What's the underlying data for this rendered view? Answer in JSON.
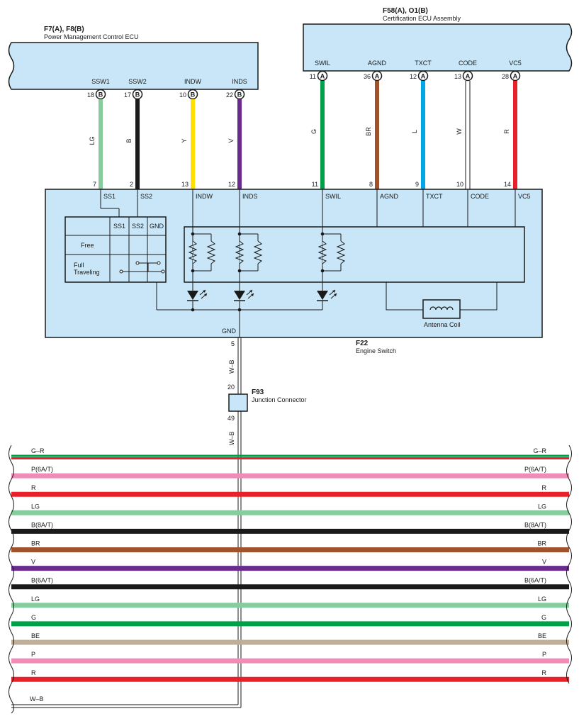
{
  "ecu_left": {
    "code": "F7(A), F8(B)",
    "name": "Power Management Control ECU"
  },
  "ecu_right": {
    "code": "F58(A), O1(B)",
    "name": "Certification ECU Assembly"
  },
  "left_pins": [
    {
      "term": "SSW1",
      "pin": "18",
      "conn": "B",
      "wire": "LG",
      "color": "#86cc9c",
      "sw_pin": "7",
      "sw_term": "SS1"
    },
    {
      "term": "SSW2",
      "pin": "17",
      "conn": "B",
      "wire": "B",
      "color": "#1a1a1a",
      "sw_pin": "2",
      "sw_term": "SS2"
    },
    {
      "term": "INDW",
      "pin": "10",
      "conn": "B",
      "wire": "Y",
      "color": "#ffe000",
      "sw_pin": "13",
      "sw_term": "INDW"
    },
    {
      "term": "INDS",
      "pin": "22",
      "conn": "B",
      "wire": "V",
      "color": "#6a2b8f",
      "sw_pin": "12",
      "sw_term": "INDS"
    }
  ],
  "right_pins": [
    {
      "term": "SWIL",
      "pin": "11",
      "conn": "A",
      "wire": "G",
      "color": "#00a04b",
      "sw_pin": "11",
      "sw_term": "SWIL"
    },
    {
      "term": "AGND",
      "pin": "36",
      "conn": "A",
      "wire": "BR",
      "color": "#a0522d",
      "sw_pin": "8",
      "sw_term": "AGND"
    },
    {
      "term": "TXCT",
      "pin": "12",
      "conn": "A",
      "wire": "L",
      "color": "#00a6e6",
      "sw_pin": "9",
      "sw_term": "TXCT"
    },
    {
      "term": "CODE",
      "pin": "13",
      "conn": "A",
      "wire": "W",
      "color": "#ffffff",
      "sw_pin": "10",
      "sw_term": "CODE"
    },
    {
      "term": "VC5",
      "pin": "28",
      "conn": "A",
      "wire": "R",
      "color": "#e8202a",
      "sw_pin": "14",
      "sw_term": "VC5"
    }
  ],
  "switch_table": {
    "cols": [
      "SS1",
      "SS2",
      "GND"
    ],
    "rows": [
      "Free",
      "Full",
      "Traveling"
    ]
  },
  "antenna_label": "Antenna Coil",
  "engine_switch": {
    "code": "F22",
    "name": "Engine Switch",
    "gnd_label": "GND",
    "gnd_pin": "5"
  },
  "gnd_wire": "W–B",
  "junction": {
    "code": "F93",
    "name": "Junction Connector",
    "pin_in": "20",
    "pin_out": "49",
    "wire_out": "W–B"
  },
  "harness": [
    {
      "label": "G–R",
      "color": "#00a04b",
      "stripe": "#e8202a"
    },
    {
      "label": "P(6A/T)",
      "color": "#f08cb8"
    },
    {
      "label": "R",
      "color": "#e8202a"
    },
    {
      "label": "LG",
      "color": "#86cc9c"
    },
    {
      "label": "B(8A/T)",
      "color": "#1a1a1a"
    },
    {
      "label": "BR",
      "color": "#a0522d"
    },
    {
      "label": "V",
      "color": "#6a2b8f"
    },
    {
      "label": "B(6A/T)",
      "color": "#1a1a1a"
    },
    {
      "label": "LG",
      "color": "#86cc9c"
    },
    {
      "label": "G",
      "color": "#00a04b"
    },
    {
      "label": "BE",
      "color": "#bfae98"
    },
    {
      "label": "P",
      "color": "#f08cb8"
    },
    {
      "label": "R",
      "color": "#e8202a"
    }
  ],
  "harness_bottom": {
    "label": "W–B"
  },
  "colors": {
    "component_fill": "#c8e6f7",
    "outline": "#1a1a1a"
  }
}
